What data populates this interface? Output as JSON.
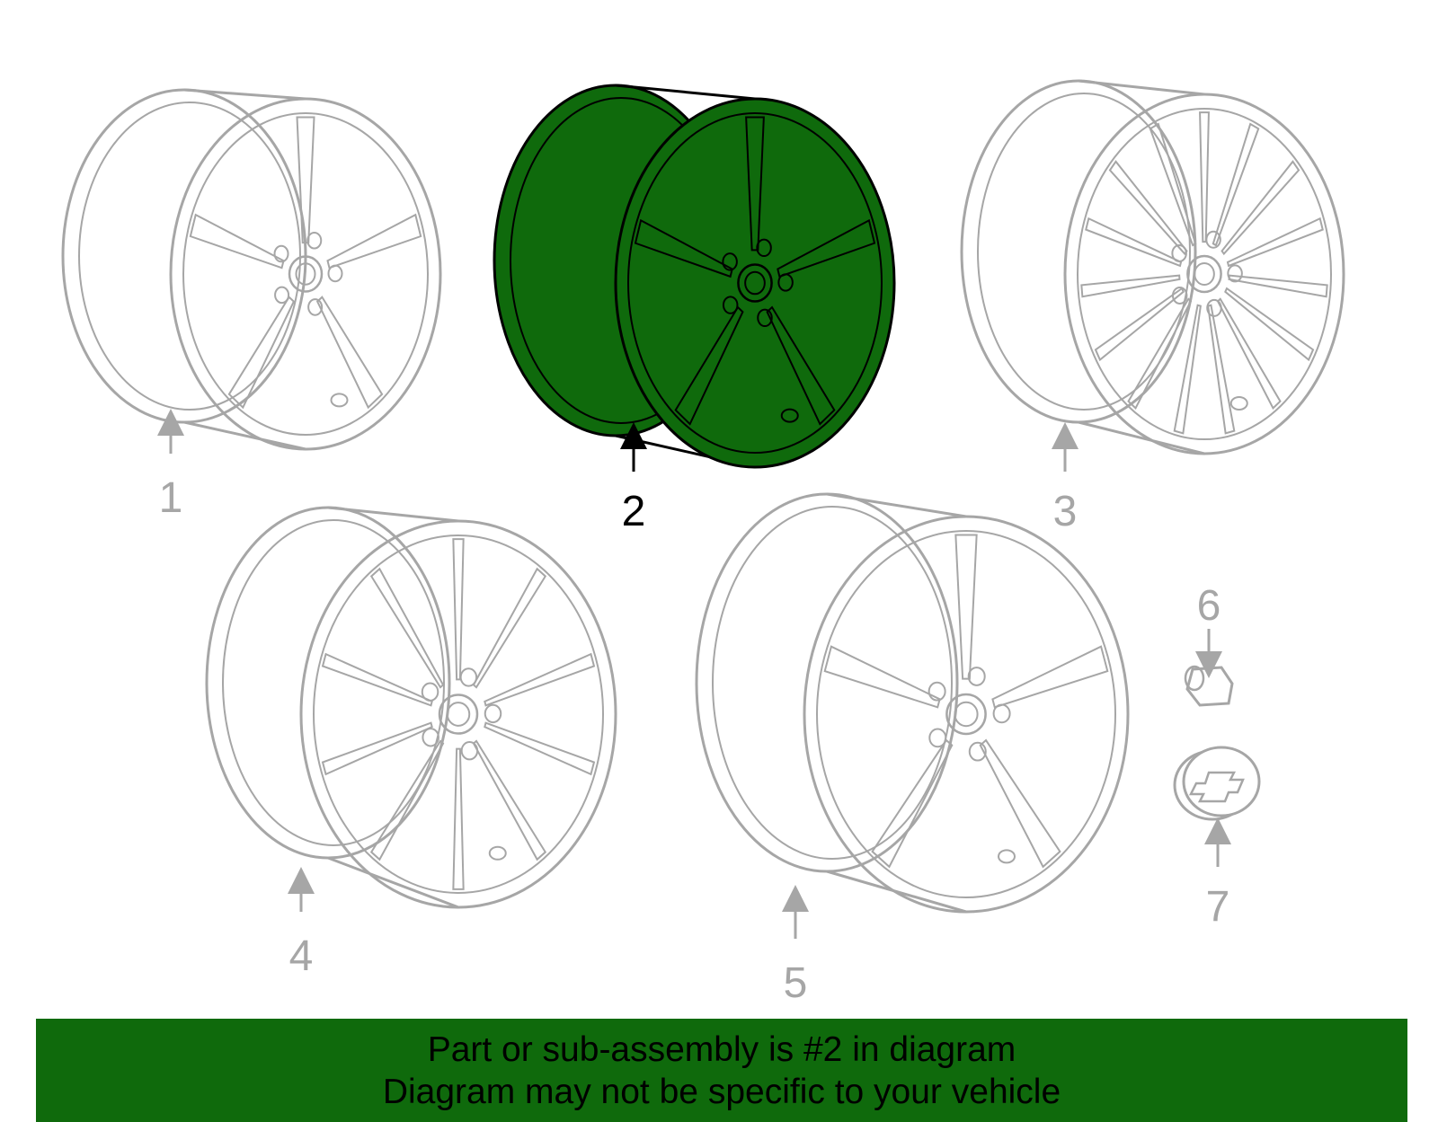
{
  "colors": {
    "highlight_fill": "#0f6a0c",
    "highlight_stroke": "#000000",
    "faded_stroke": "#a6a6a6",
    "banner": "#0f6a0c"
  },
  "callouts": [
    {
      "id": 1,
      "label": "1",
      "highlighted": false
    },
    {
      "id": 2,
      "label": "2",
      "highlighted": true
    },
    {
      "id": 3,
      "label": "3",
      "highlighted": false
    },
    {
      "id": 4,
      "label": "4",
      "highlighted": false
    },
    {
      "id": 5,
      "label": "5",
      "highlighted": false
    },
    {
      "id": 6,
      "label": "6",
      "highlighted": false
    },
    {
      "id": 7,
      "label": "7",
      "highlighted": false
    }
  ],
  "parts": [
    {
      "callout": "1",
      "icon": "wheel-icon"
    },
    {
      "callout": "2",
      "icon": "wheel-icon"
    },
    {
      "callout": "3",
      "icon": "wheel-icon"
    },
    {
      "callout": "4",
      "icon": "wheel-icon"
    },
    {
      "callout": "5",
      "icon": "wheel-icon"
    },
    {
      "callout": "6",
      "icon": "lug-nut-icon"
    },
    {
      "callout": "7",
      "icon": "center-cap-icon"
    }
  ],
  "footer": {
    "line1": "Part or sub-assembly is #2 in diagram",
    "line2": "Diagram may not be specific to your vehicle"
  }
}
